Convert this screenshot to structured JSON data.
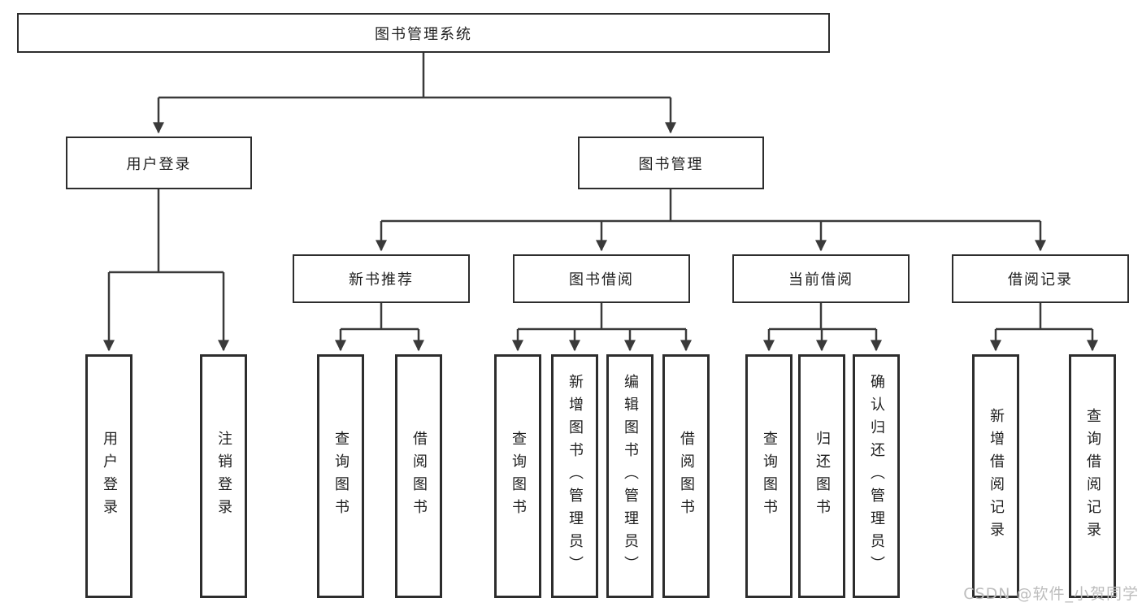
{
  "diagram": {
    "type": "hierarchy-tree",
    "colors": {
      "background": "#ffffff",
      "line": "#3a3a3a",
      "box_border": "#2d2d2d",
      "text": "#1f1f1f",
      "watermark": "#bdbdbd"
    },
    "tree": {
      "root": {
        "label": "图书管理系统"
      },
      "children": [
        {
          "label": "用户登录",
          "children": [
            {
              "label": "用户登录"
            },
            {
              "label": "注销登录"
            }
          ]
        },
        {
          "label": "图书管理",
          "children": [
            {
              "label": "新书推荐",
              "children": [
                {
                  "label": "查询图书"
                },
                {
                  "label": "借阅图书"
                }
              ]
            },
            {
              "label": "图书借阅",
              "children": [
                {
                  "label": "查询图书"
                },
                {
                  "label": "新增图书（管理员）"
                },
                {
                  "label": "编辑图书（管理员）"
                },
                {
                  "label": "借阅图书"
                }
              ]
            },
            {
              "label": "当前借阅",
              "children": [
                {
                  "label": "查询图书"
                },
                {
                  "label": "归还图书"
                },
                {
                  "label": "确认归还（管理员）"
                }
              ]
            },
            {
              "label": "借阅记录",
              "children": [
                {
                  "label": "新增借阅记录"
                },
                {
                  "label": "查询借阅记录"
                }
              ]
            }
          ]
        }
      ]
    },
    "watermark": "CSDN @软件_小贺同学"
  }
}
